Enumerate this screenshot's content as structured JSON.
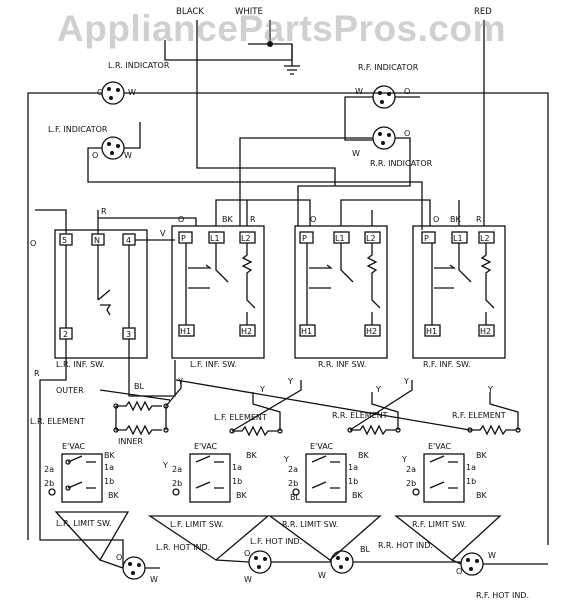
{
  "watermark": "AppliancePartsPros.com",
  "supply": {
    "black": "BLACK",
    "white": "WHITE",
    "red": "RED"
  },
  "indicators": {
    "lr": "L.R. INDICATOR",
    "lf": "L.F. INDICATOR",
    "rf": "R.F. INDICATOR",
    "rr": "R.R. INDICATOR"
  },
  "terminals": {
    "o": "O",
    "w": "W",
    "r": "R",
    "v": "V",
    "bk": "BK",
    "bl": "BL",
    "y": "Y"
  },
  "switch_terminals": {
    "lr": [
      "5",
      "N",
      "4",
      "2",
      "3"
    ],
    "inf": [
      "P",
      "L1",
      "L2",
      "H1",
      "H2"
    ]
  },
  "switches": {
    "lr": "L.R. INF. SW.",
    "lf": "L.F. INF. SW.",
    "rr": "R.R. INF SW.",
    "rf": "R.F. INF. SW."
  },
  "elements": {
    "outer": "OUTER",
    "inner": "INNER",
    "lr": "L.R. ELEMENT",
    "lf": "L.F. ELEMENT",
    "rr": "R.R. ELEMENT",
    "rf": "R.F. ELEMENT"
  },
  "evac": {
    "label": "E'VAC",
    "t2a": "2a",
    "t2b": "2b",
    "t1a": "1a",
    "t1b": "1b"
  },
  "limits": {
    "lr": "L.R. LIMIT SW.",
    "lf": "L.F. LIMIT SW.",
    "rr": "R.R. LIMIT SW.",
    "rf": "R.F. LIMIT SW."
  },
  "hot": {
    "lr": "L.R. HOT IND.",
    "lf": "L.F. HOT IND.",
    "rr": "R.R. HOT IND.",
    "rf": "R.F. HOT IND."
  }
}
